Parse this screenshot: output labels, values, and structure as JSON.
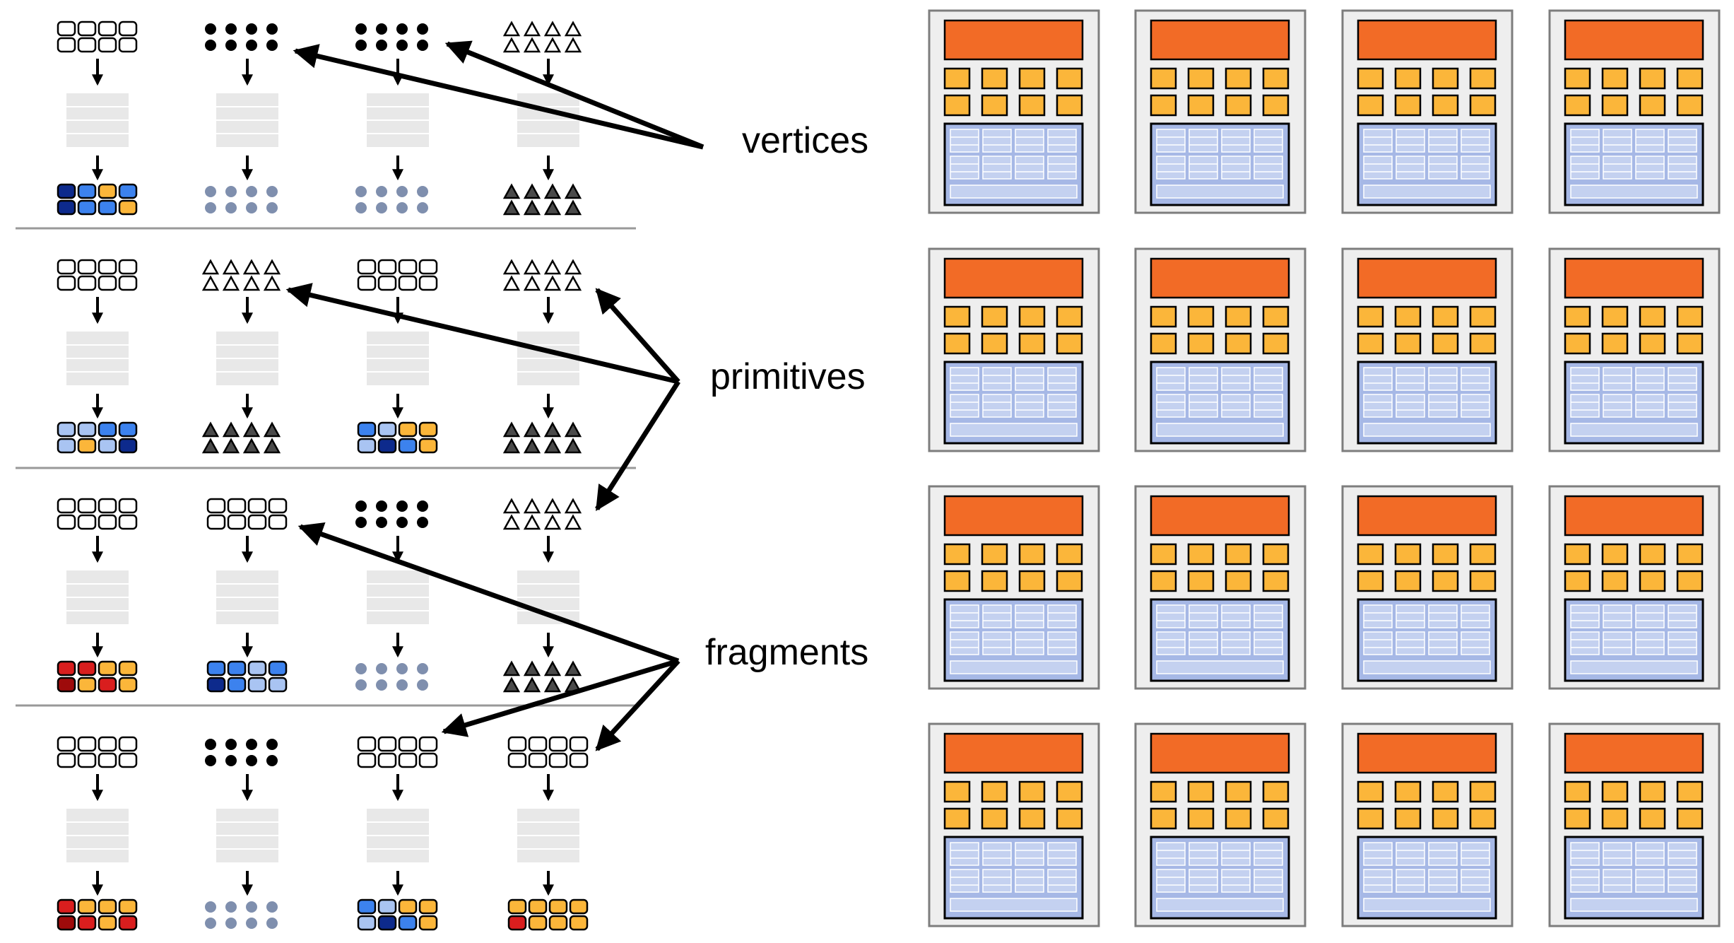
{
  "labels": {
    "vertices": "vertices",
    "primitives": "primitives",
    "fragments": "fragments"
  },
  "colors": {
    "core_frame": "#eeeeee",
    "core_border": "#7d7d7d",
    "fetch_decode": "#f26b26",
    "alu": "#fbb63a",
    "context_storage": "#a6b8e6",
    "context_cell": "#c4d1f0",
    "stage_block": "#e8e8e8",
    "vertex_out": "#7f8fae",
    "primitive_out": "#4a4a4a",
    "dark_blue": "#0d2a8c",
    "mid_blue": "#3c82ee",
    "light_blue": "#a9c4f2",
    "orange": "#fbb63a",
    "red": "#d91e1e",
    "dark_red": "#9e0b0b",
    "light_orange": "#fbbd68"
  },
  "rows": [
    {
      "columns": [
        {
          "input": "fragment",
          "output": "fragment",
          "output_colors": [
            "dark_blue",
            "mid_blue",
            "orange",
            "mid_blue",
            "dark_blue",
            "mid_blue",
            "mid_blue",
            "orange"
          ]
        },
        {
          "input": "vertex",
          "output": "vertex"
        },
        {
          "input": "vertex",
          "output": "vertex"
        },
        {
          "input": "primitive",
          "output": "primitive"
        }
      ]
    },
    {
      "columns": [
        {
          "input": "fragment",
          "output": "fragment",
          "output_colors": [
            "light_blue",
            "light_blue",
            "mid_blue",
            "mid_blue",
            "light_blue",
            "orange",
            "light_blue",
            "dark_blue"
          ]
        },
        {
          "input": "primitive",
          "output": "primitive"
        },
        {
          "input": "fragment",
          "output": "fragment",
          "output_colors": [
            "mid_blue",
            "light_blue",
            "orange",
            "orange",
            "light_blue",
            "dark_blue",
            "mid_blue",
            "orange"
          ]
        },
        {
          "input": "primitive",
          "output": "primitive"
        }
      ]
    },
    {
      "columns": [
        {
          "input": "fragment",
          "output": "fragment",
          "output_colors": [
            "red",
            "red",
            "orange",
            "orange",
            "dark_red",
            "orange",
            "red",
            "orange"
          ]
        },
        {
          "input": "fragment",
          "output": "fragment",
          "output_colors": [
            "mid_blue",
            "mid_blue",
            "light_blue",
            "mid_blue",
            "dark_blue",
            "mid_blue",
            "light_blue",
            "light_blue"
          ]
        },
        {
          "input": "vertex",
          "output": "vertex"
        },
        {
          "input": "primitive",
          "output": "primitive"
        }
      ]
    },
    {
      "columns": [
        {
          "input": "fragment",
          "output": "fragment",
          "output_colors": [
            "red",
            "orange",
            "orange",
            "orange",
            "dark_red",
            "red",
            "orange",
            "red"
          ]
        },
        {
          "input": "vertex",
          "output": "vertex"
        },
        {
          "input": "fragment",
          "output": "fragment",
          "output_colors": [
            "mid_blue",
            "light_blue",
            "orange",
            "orange",
            "light_blue",
            "dark_blue",
            "mid_blue",
            "orange"
          ]
        },
        {
          "input": "fragment",
          "output": "fragment",
          "output_colors": [
            "orange",
            "orange",
            "orange",
            "orange",
            "red",
            "orange",
            "orange",
            "orange"
          ]
        }
      ]
    }
  ],
  "core_grid": {
    "rows": 4,
    "cols": 4
  }
}
